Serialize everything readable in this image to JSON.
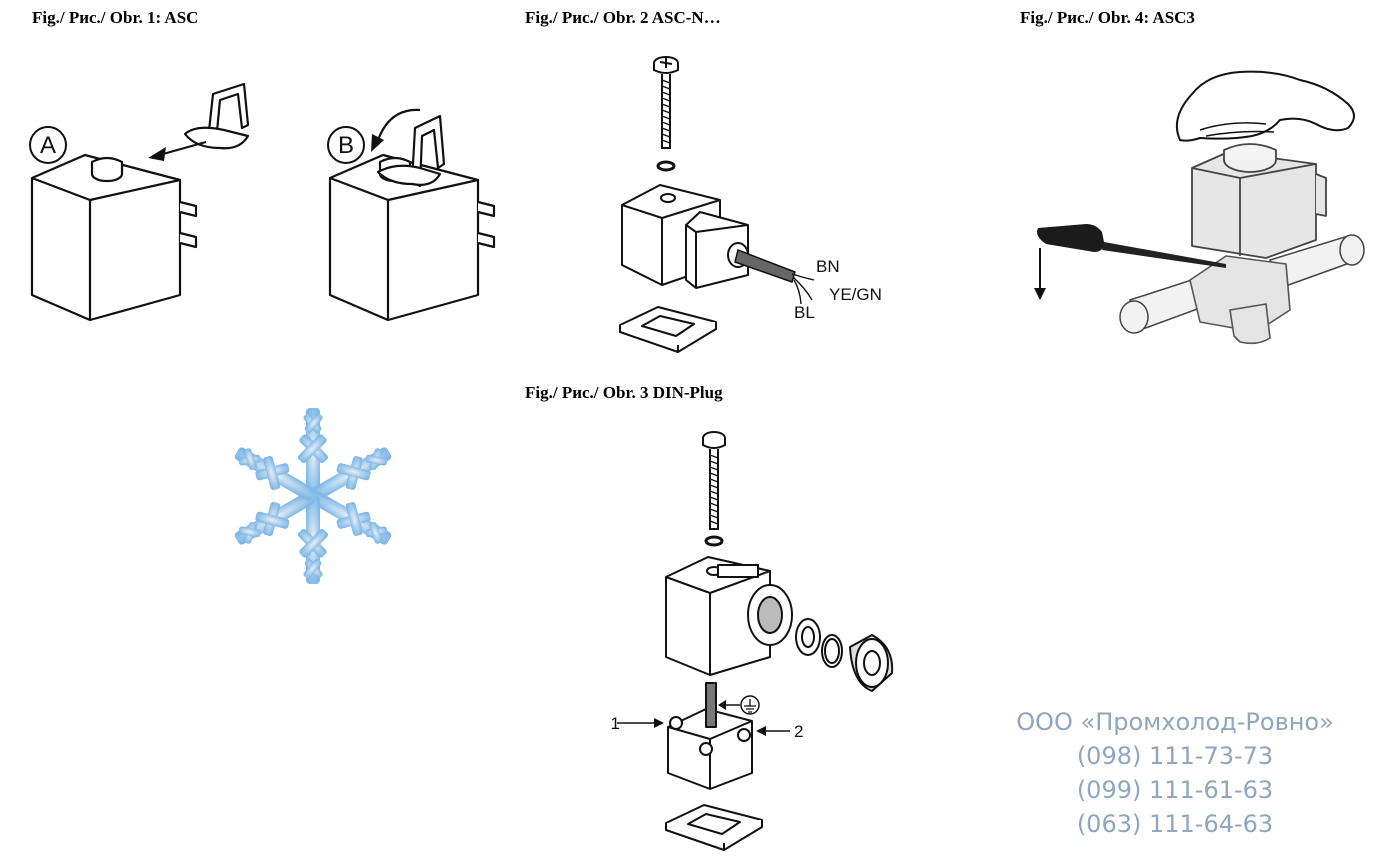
{
  "captions": {
    "fig1": "Fig./ Рис./ Obr. 1: ASC",
    "fig2": "Fig./ Рис./ Obr. 2 ASC-N…",
    "fig3": "Fig./ Рис./ Obr. 3 DIN-Plug",
    "fig4": "Fig./ Рис./ Obr. 4: ASC3"
  },
  "fig1": {
    "label_a": "A",
    "label_b": "B"
  },
  "fig2": {
    "wire_bn": "BN",
    "wire_yegn": "YE/GN",
    "wire_bl": "BL"
  },
  "fig3": {
    "terminal_1": "1",
    "terminal_2": "2"
  },
  "watermark": {
    "company": "ООО «Промхолод-Ровно»",
    "phones": [
      "(098) 111-73-73",
      "(099) 111-61-63",
      "(063) 111-64-63"
    ]
  },
  "icons": [
    "snowflake-icon",
    "ground-symbol-icon",
    "down-arrow-icon"
  ],
  "colors": {
    "snowflake": "#8fc3ec",
    "watermark": "#8fa6bf",
    "valve_body": "#e4e4e4",
    "screwdriver": "#1b1b1b"
  }
}
